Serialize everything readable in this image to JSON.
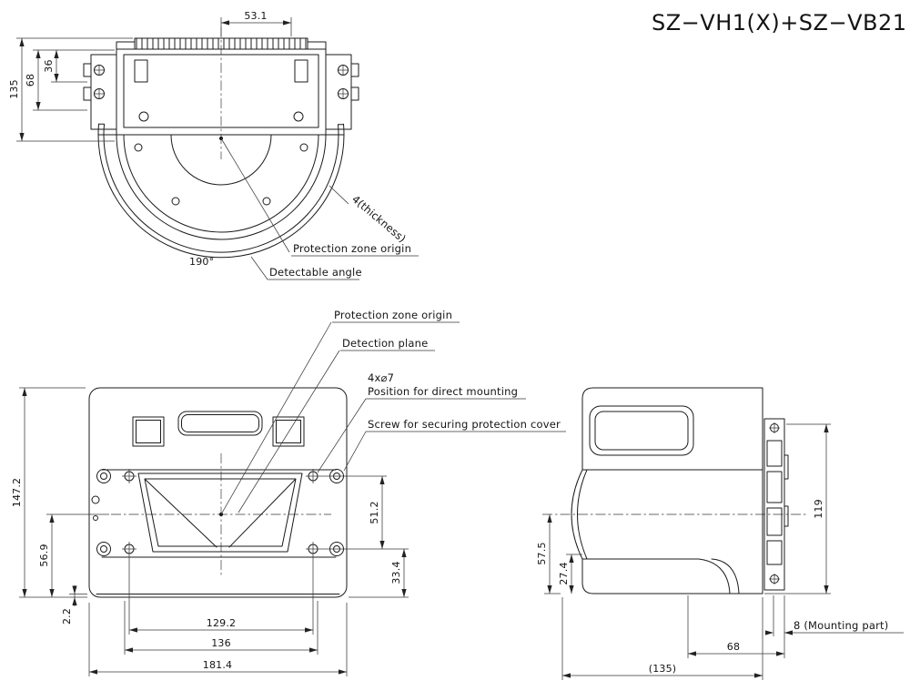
{
  "title": "SZ−VH1(X)+SZ−VB21",
  "top_view": {
    "dims": {
      "w531": "53.1",
      "h36": "36",
      "h68": "68",
      "h135": "135",
      "angle": "190°"
    },
    "labels": {
      "protection_zone_origin": "Protection zone origin",
      "detectable_angle": "Detectable angle",
      "thickness": "4(thickness)"
    }
  },
  "front_view": {
    "dims": {
      "h1472": "147.2",
      "h569": "56.9",
      "h22": "2.2",
      "w1292": "129.2",
      "w136": "136",
      "w1814": "181.4",
      "h512": "51.2",
      "h334": "33.4"
    },
    "labels": {
      "protection_zone_origin": "Protection zone origin",
      "detection_plane": "Detection plane",
      "hole_spec": "4x⌀7",
      "direct_mounting": "Position for direct mounting",
      "screw_cover": "Screw for securing protection cover"
    }
  },
  "side_view": {
    "dims": {
      "h575": "57.5",
      "h274": "27.4",
      "h119": "119",
      "w68": "68",
      "w135": "(135)",
      "mounting": "8 (Mounting part)"
    }
  }
}
